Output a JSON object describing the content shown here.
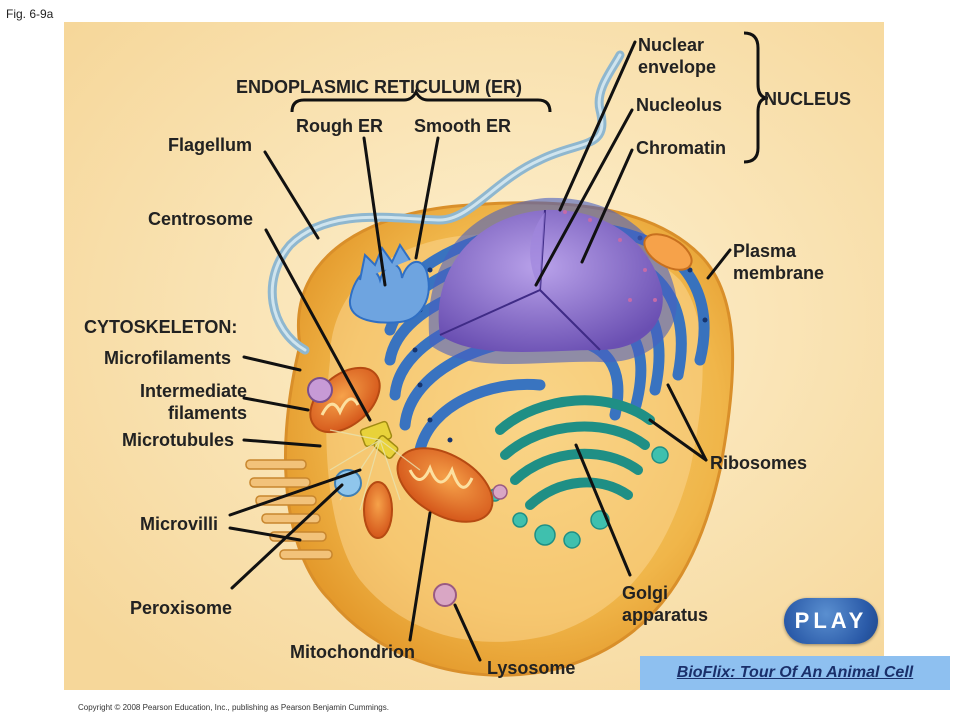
{
  "figure_label": "Fig. 6-9a",
  "labels": {
    "er_heading": "ENDOPLASMIC RETICULUM (ER)",
    "rough_er": "Rough ER",
    "smooth_er": "Smooth ER",
    "flagellum": "Flagellum",
    "centrosome": "Centrosome",
    "cytoskeleton": "CYTOSKELETON:",
    "microfilaments": "Microfilaments",
    "intermediate_1": "Intermediate",
    "intermediate_2": "filaments",
    "microtubules": "Microtubules",
    "microvilli": "Microvilli",
    "peroxisome": "Peroxisome",
    "mitochondrion": "Mitochondrion",
    "lysosome": "Lysosome",
    "golgi_1": "Golgi",
    "golgi_2": "apparatus",
    "ribosomes": "Ribosomes",
    "plasma_1": "Plasma",
    "plasma_2": "membrane",
    "nuclear_envelope_1": "Nuclear",
    "nuclear_envelope_2": "envelope",
    "nucleolus": "Nucleolus",
    "chromatin": "Chromatin",
    "nucleus": "NUCLEUS"
  },
  "controls": {
    "play_label": "PLAY",
    "bioflix_link": "BioFlix: Tour Of An Animal Cell"
  },
  "copyright": "Copyright © 2008 Pearson Education, Inc., publishing as Pearson Benjamin Cummings.",
  "colors": {
    "panel_background": "#fbe3b0",
    "cytoplasm": "#f0b64a",
    "er_blue": "#3a7fd0",
    "nucleus_purple": "#8a6cc8",
    "golgi_teal": "#2aa89a",
    "mitochondrion_orange": "#e8702a",
    "play_button": "#2a5aa8",
    "bioflix_bar": "#8ec0f0"
  }
}
